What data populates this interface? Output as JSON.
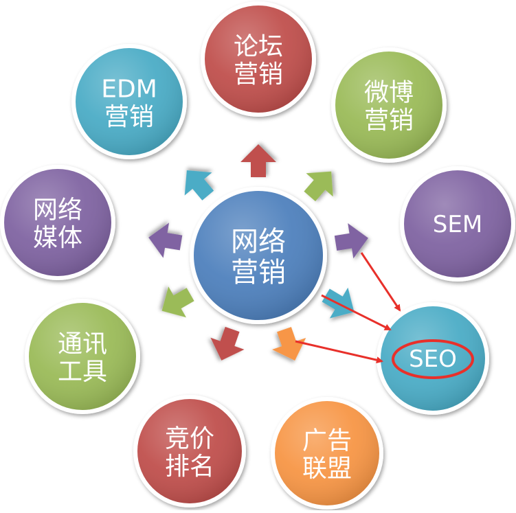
{
  "center": {
    "line1": "网络",
    "line2": "营销",
    "color": "#4f81bd"
  },
  "nodes": [
    {
      "id": "luntan",
      "line1": "论坛",
      "line2": "营销",
      "color": "#c0504d"
    },
    {
      "id": "weibo",
      "line1": "微博",
      "line2": "营销",
      "color": "#9bbb59"
    },
    {
      "id": "sem",
      "line1": "SEM",
      "line2": "",
      "color": "#8064a2"
    },
    {
      "id": "seo",
      "line1": "SEO",
      "line2": "",
      "color": "#4bacc6"
    },
    {
      "id": "guanggao",
      "line1": "广告",
      "line2": "联盟",
      "color": "#f79646"
    },
    {
      "id": "jingjia",
      "line1": "竞价",
      "line2": "排名",
      "color": "#c0504d"
    },
    {
      "id": "tongxun",
      "line1": "通讯",
      "line2": "工具",
      "color": "#9bbb59"
    },
    {
      "id": "meiti",
      "line1": "网络",
      "line2": "媒体",
      "color": "#8064a2"
    },
    {
      "id": "edm",
      "line1": "EDM",
      "line2": "营销",
      "color": "#4bacc6"
    }
  ],
  "arrows": [
    {
      "target": "luntan",
      "color": "#c0504d"
    },
    {
      "target": "weibo",
      "color": "#9bbb59"
    },
    {
      "target": "sem",
      "color": "#8064a2"
    },
    {
      "target": "seo",
      "color": "#4bacc6"
    },
    {
      "target": "guanggao",
      "color": "#f79646"
    },
    {
      "target": "jingjia",
      "color": "#c0504d"
    },
    {
      "target": "tongxun",
      "color": "#9bbb59"
    },
    {
      "target": "meiti",
      "color": "#8064a2"
    },
    {
      "target": "edm",
      "color": "#4bacc6"
    }
  ],
  "highlight": {
    "target": "seo",
    "color": "#e8302a"
  }
}
